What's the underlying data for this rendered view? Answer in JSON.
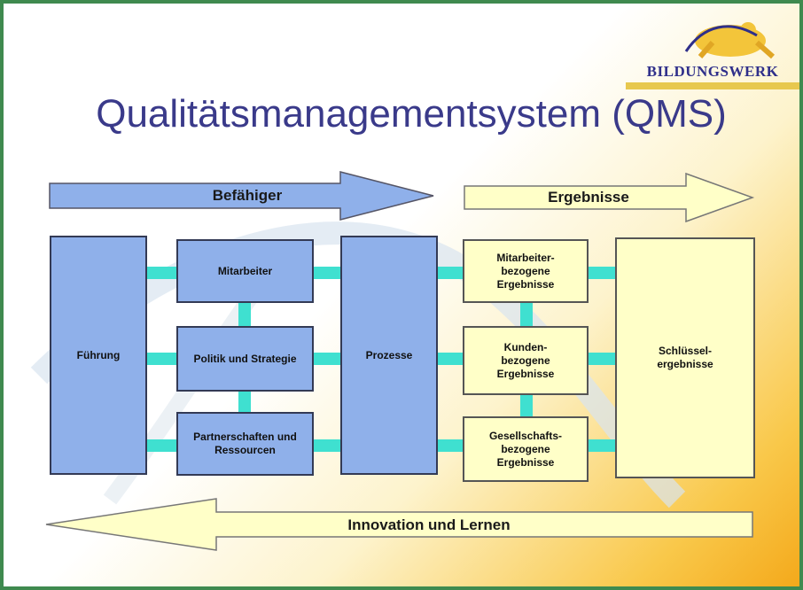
{
  "title": "Qualitätsmanagementsystem (QMS)",
  "logo": {
    "text": "BILDUNGSWERK"
  },
  "arrows": {
    "enablers": "Befähiger",
    "results": "Ergebnisse",
    "innovation": "Innovation und Lernen"
  },
  "boxes": {
    "fuehrung": "Führung",
    "mitarbeiter": "Mitarbeiter",
    "politik": "Politik und Strategie",
    "partnerschaften": "Partnerschaften und Ressourcen",
    "prozesse": "Prozesse",
    "mitarbeiter_ergebnisse": "Mitarbeiter- bezogene Ergebnisse",
    "kunden_ergebnisse": "Kunden- bezogene Ergebnisse",
    "gesellschaft_ergebnisse": "Gesellschafts- bezogene Ergebnisse",
    "schluessel": "Schlüssel- ergebnisse"
  },
  "colors": {
    "enabler_fill": "#8fb0ea",
    "result_fill": "#ffffc8",
    "connector": "#3fe0d0",
    "title": "#3a3a8a",
    "frame": "#3f8a4f"
  }
}
